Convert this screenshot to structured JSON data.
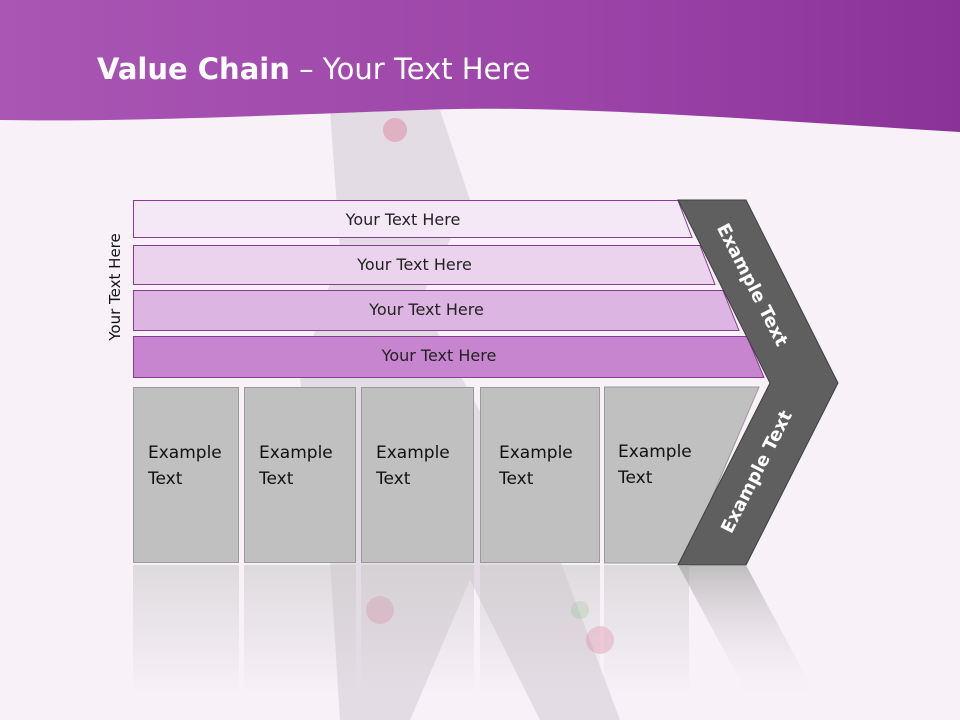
{
  "title": {
    "bold": "Value Chain",
    "rest": " – Your Text Here"
  },
  "side_label": "Your Text Here",
  "bands": [
    {
      "label": "Your Text Here",
      "color": "#f5e8f6"
    },
    {
      "label": "Your Text Here",
      "color": "#ebd3ee"
    },
    {
      "label": "Your Text Here",
      "color": "#ddb5e2"
    },
    {
      "label": "Your Text Here",
      "color": "#c784cf"
    }
  ],
  "boxes": [
    {
      "line1": "Example",
      "line2": "Text"
    },
    {
      "line1": "Example",
      "line2": "Text"
    },
    {
      "line1": "Example",
      "line2": "Text"
    },
    {
      "line1": "Example",
      "line2": "Text"
    },
    {
      "line1": "Example",
      "line2": "Text"
    }
  ],
  "arrow": {
    "upper_label": "Example Text",
    "lower_label": "Example Text",
    "color": "#5f5f5f"
  },
  "colors": {
    "header": "#9b3fa8",
    "box": "#c0c0c0"
  }
}
